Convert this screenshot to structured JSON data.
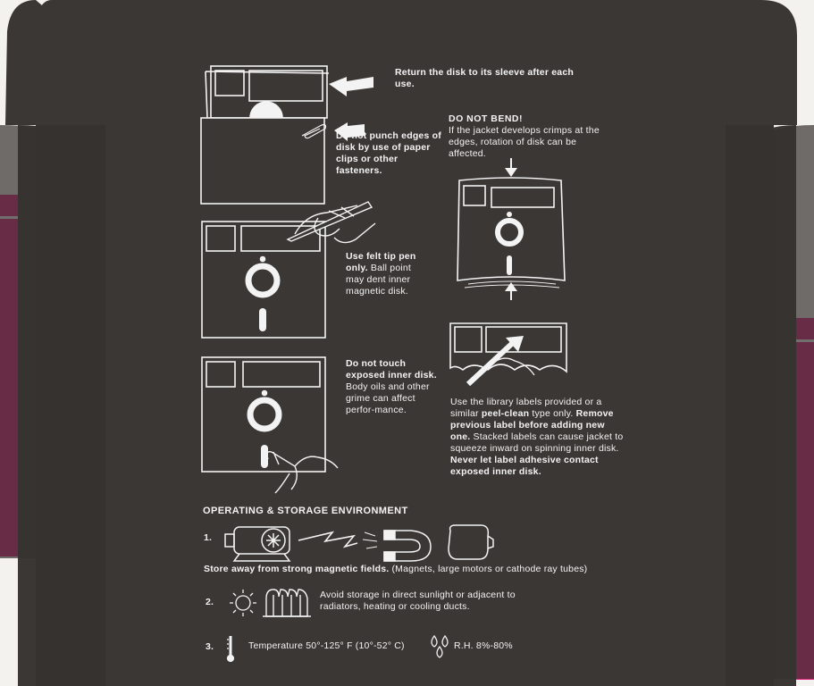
{
  "instructions": {
    "sleeve": "Return the disk to its sleeve after each use.",
    "punch": "Do not punch edges of disk by use of paper clips or other fasteners.",
    "bend_title": "DO NOT BEND!",
    "bend_text": "If the jacket develops crimps at the edges, rotation of disk can be affected.",
    "pen_bold": "Use felt tip pen only.",
    "pen_text": "Ball point may dent inner magnetic disk.",
    "touch_bold": "Do not touch exposed inner disk.",
    "touch_text": "Body oils and other grime can affect perfor-mance.",
    "labels_a": "Use the library labels provided or a similar ",
    "labels_b": "peel-clean",
    "labels_c": " type only. ",
    "labels_d": "Remove previous label before adding new one.",
    "labels_e": " Stacked labels can cause jacket to squeeze inward on spinning inner disk. ",
    "labels_f": "Never let label adhesive contact exposed inner disk."
  },
  "environment": {
    "title": "OPERATING & STORAGE ENVIRONMENT",
    "items": [
      {
        "num": "1.",
        "bold": "Store away from strong magnetic fields.",
        "text": " (Magnets, large motors or cathode ray tubes)"
      },
      {
        "num": "2.",
        "text": "Avoid storage in direct sunlight or adjacent to radiators, heating or cooling ducts."
      },
      {
        "num": "3.",
        "temp": "Temperature 50°-125° F (10°-52° C)",
        "rh": "R.H. 8%-80%"
      }
    ]
  },
  "colors": {
    "background": "#3b3735",
    "accent": "#e01f7c",
    "ink": "#f3f3f3"
  }
}
